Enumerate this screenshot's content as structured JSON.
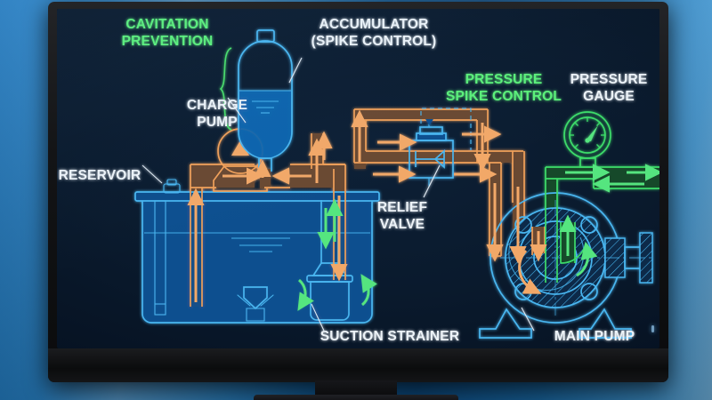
{
  "scene": {
    "device": "computer-monitor",
    "screen_content": "hydraulic-system-schematic"
  },
  "diagram": {
    "title_labels": [
      {
        "id": "cavitation-prevention",
        "text_lines": [
          "CAVITATION",
          "PREVENTION"
        ],
        "color": "#5cf07a"
      },
      {
        "id": "accumulator",
        "text_lines": [
          "ACCUMULATOR",
          "(SPIKE CONTROL)"
        ],
        "color": "#edf3f8"
      },
      {
        "id": "pressure-spike-control",
        "text_lines": [
          "PRESSURE",
          "SPIKE CONTROL"
        ],
        "color": "#5cf07a"
      },
      {
        "id": "pressure-gauge",
        "text_lines": [
          "PRESSURE",
          "GAUGE"
        ],
        "color": "#edf3f8"
      },
      {
        "id": "charge-pump",
        "text_lines": [
          "CHARGE",
          "PUMP"
        ],
        "color": "#edf3f8"
      },
      {
        "id": "reservoir",
        "text_lines": [
          "RESERVOIR"
        ],
        "color": "#edf3f8"
      },
      {
        "id": "relief-valve",
        "text_lines": [
          "RELIEF",
          "VALVE"
        ],
        "color": "#edf3f8"
      },
      {
        "id": "suction-strainer",
        "text_lines": [
          "SUCTION STRAINER"
        ],
        "color": "#edf3f8"
      },
      {
        "id": "main-pump",
        "text_lines": [
          "MAIN PUMP"
        ],
        "color": "#edf3f8"
      }
    ],
    "text": {
      "cavitation_l1": "CAVITATION",
      "cavitation_l2": "PREVENTION",
      "accumulator_l1": "ACCUMULATOR",
      "accumulator_l2": "(SPIKE CONTROL)",
      "spike_l1": "PRESSURE",
      "spike_l2": "SPIKE CONTROL",
      "gauge_l1": "PRESSURE",
      "gauge_l2": "GAUGE",
      "charge_l1": "CHARGE",
      "charge_l2": "PUMP",
      "reservoir": "RESERVOIR",
      "relief_l1": "RELIEF",
      "relief_l2": "VALVE",
      "strainer": "SUCTION STRAINER",
      "mainpump": "MAIN PUMP"
    },
    "colors": {
      "background": "#0a1a2d",
      "component_blue": "#49b6f0",
      "charge_circuit_orange": "#f0a05a",
      "discharge_green": "#3ddc6a",
      "label_white": "#edf3f8",
      "label_green": "#5cf07a",
      "fluid_fill": "#0e4f8f"
    },
    "components": [
      {
        "name": "accumulator",
        "type": "bladder-accumulator",
        "color": "#49b6f0",
        "fluid_level": "half"
      },
      {
        "name": "charge-pump",
        "type": "centrifugal-pump-symbol",
        "color": "#f0a05a"
      },
      {
        "name": "reservoir",
        "type": "tank",
        "color": "#49b6f0",
        "has_sight_gauge": true,
        "has_fluid": true
      },
      {
        "name": "suction-strainer",
        "type": "basket-strainer",
        "color": "#49b6f0"
      },
      {
        "name": "return-diffuser",
        "type": "diffuser",
        "color": "#49b6f0"
      },
      {
        "name": "relief-valve",
        "type": "pilot-operated-relief-valve",
        "color": "#49b6f0",
        "has_pilot_line": true
      },
      {
        "name": "pressure-gauge",
        "type": "dial-gauge",
        "color": "#3ddc6a"
      },
      {
        "name": "main-pump",
        "type": "volute-pump-section",
        "color": "#49b6f0",
        "has_hatching": true,
        "bolt_holes": 4,
        "feet": 2
      }
    ],
    "flow_arrows": {
      "charge_circuit_color": "#f2a868",
      "suction_color": "#55e57f",
      "discharge_color": "#55e57f",
      "count_approx": 28
    }
  }
}
